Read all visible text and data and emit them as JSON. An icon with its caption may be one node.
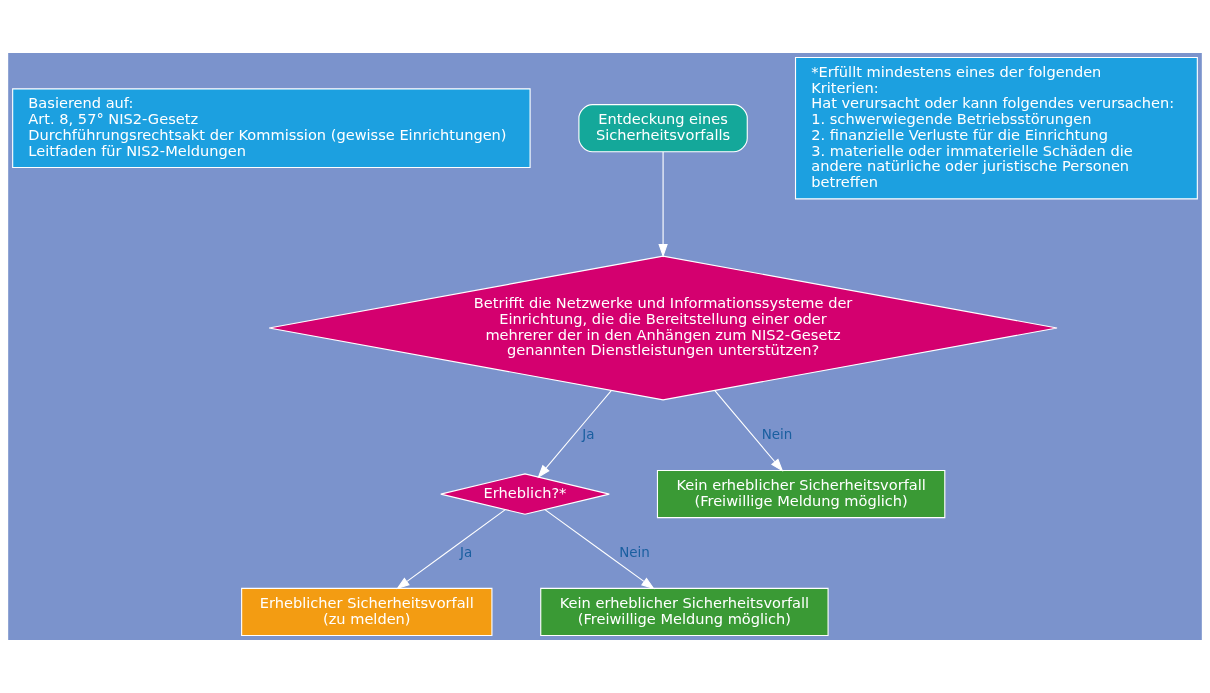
{
  "diagram": {
    "nodes": [
      {
        "text": [
          "Basierend auf:",
          "Art. 8, 57° NIS2-Gesetz",
          "Durchführungsrechtsakt der Kommission (gewisse Einrichtungen)",
          "Leitfaden für NIS2-Meldungen"
        ]
      },
      {
        "text": [
          "Entdeckung eines Sicherheitsvorfalls"
        ]
      },
      {
        "text": [
          "Betrifft die Netzwerke und Informationssysteme der Einrichtung, die die Bereitstellung einer oder mehrerer der in den Anhängen zum NIS2-Gesetz genannten Dienstleistungen unterstützen?"
        ]
      },
      {
        "text": [
          "Erheblich?*"
        ]
      },
      {
        "text": [
          "*Erfüllt mindestens eines der folgenden Kriterien:",
          "Hat verursacht oder kann folgendes verursachen:",
          "1. schwerwiegende Betriebsstörungen",
          "2. finanzielle Verluste für die Einrichtung",
          "3. materielle oder immaterielle Schäden die andere natürliche oder juristische Personen betreffen"
        ]
      },
      {
        "text": [
          "Kein erheblicher Sicherheitsvorfall",
          "(Freiwillige Meldung möglich)"
        ]
      },
      {
        "text": [
          "Erheblicher Sicherheitsvorfall",
          "(zu melden)"
        ]
      },
      {
        "text": [
          "Kein erheblicher Sicherheitsvorfall",
          "(Freiwillige Meldung möglich)"
        ]
      }
    ],
    "edges": [
      {
        "from": 1,
        "to": 2,
        "arrow": "to"
      },
      {
        "from": 2,
        "to": 3,
        "label": "Ja",
        "arrow": "to"
      },
      {
        "from": 2,
        "to": 5,
        "label": "Nein",
        "arrow": "to"
      },
      {
        "from": 3,
        "to": 6,
        "label": "Ja",
        "arrow": "to"
      },
      {
        "from": 3,
        "to": 7,
        "label": "Nein",
        "arrow": "to"
      }
    ]
  }
}
